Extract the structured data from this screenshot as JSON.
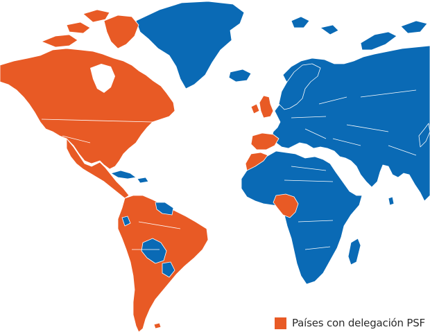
{
  "colors": {
    "delegation": "#e85a25",
    "other": "#0a6ab5",
    "background": "#ffffff"
  },
  "map": {
    "delegation_countries": [
      "Canada",
      "United States",
      "Mexico",
      "Guatemala",
      "Honduras",
      "El Salvador",
      "Nicaragua",
      "Costa Rica",
      "Panama",
      "Colombia",
      "Venezuela",
      "Ecuador",
      "Peru",
      "Brazil",
      "Chile",
      "Argentina",
      "Uruguay",
      "United Kingdom",
      "Ireland",
      "Spain",
      "Portugal",
      "Morocco",
      "Nigeria",
      "Cameroon"
    ]
  },
  "legend": {
    "label": "Países con delegación PSF",
    "swatch_color": "#e85a25"
  }
}
